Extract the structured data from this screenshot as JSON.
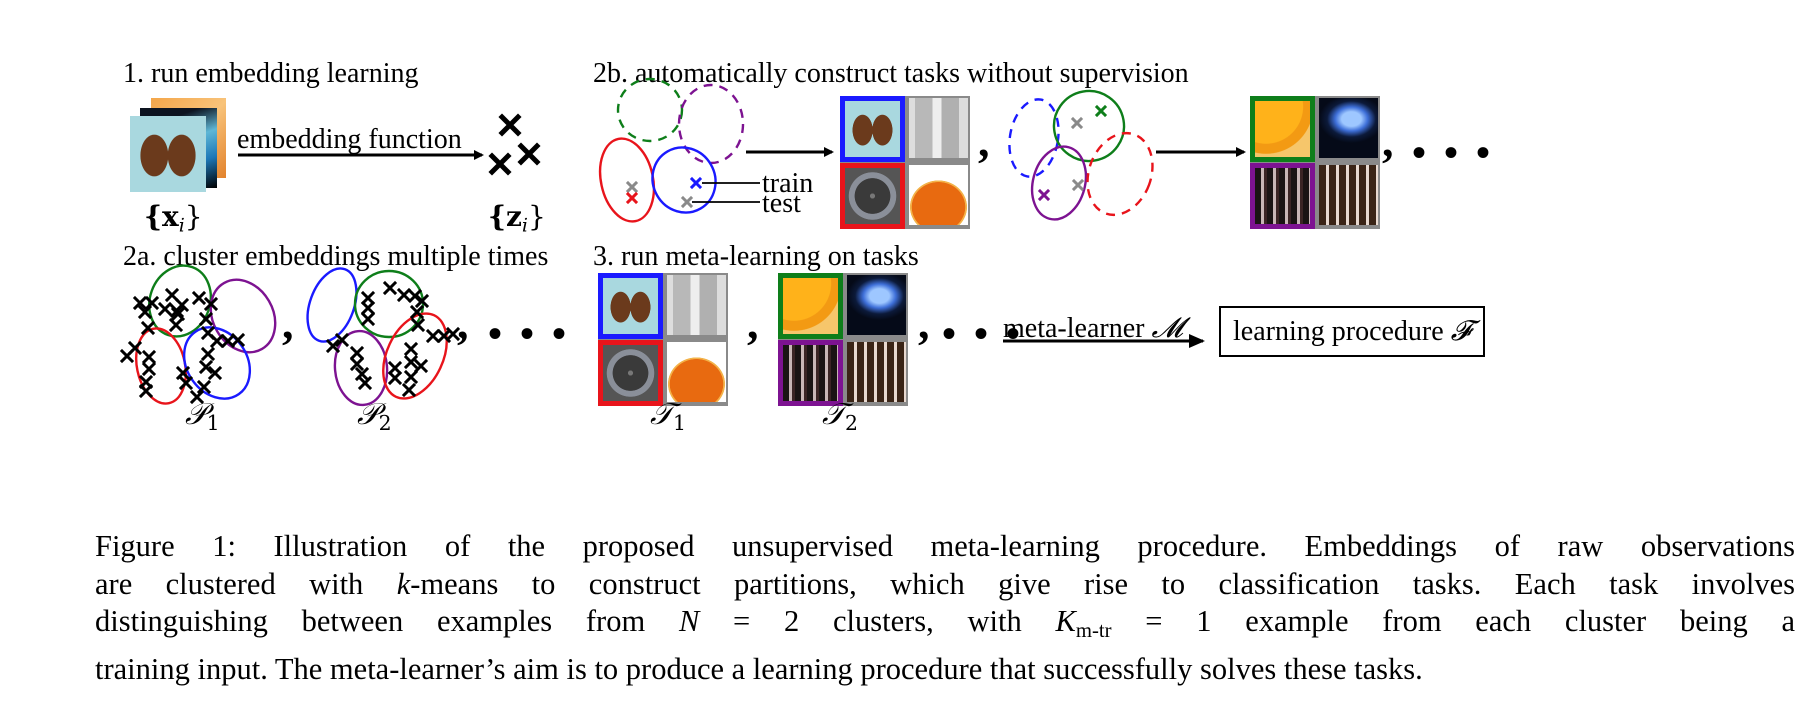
{
  "figure": {
    "step1": {
      "title": "1. run embedding learning",
      "arrow_label": "embedding function",
      "input_set": "{x",
      "input_sub": "i",
      "output_set": "{z",
      "output_sub": "i",
      "brace_close": "}"
    },
    "step2a": {
      "title": "2a. cluster embeddings multiple times",
      "partitions": [
        {
          "symbol": "𝒫",
          "sub": "1"
        },
        {
          "symbol": "𝒫",
          "sub": "2"
        }
      ],
      "separator": ",",
      "ellipsis": "• • •"
    },
    "step2b": {
      "title": "2b. automatically construct tasks without supervision",
      "train_label": "train",
      "test_label": "test",
      "separator": ",",
      "ellipsis": "• • •"
    },
    "step3": {
      "title": "3. run meta-learning on tasks",
      "tasks": [
        {
          "symbol": "𝒯",
          "sub": "1"
        },
        {
          "symbol": "𝒯",
          "sub": "2"
        }
      ],
      "separator": ",",
      "ellipsis": "• • •",
      "arrow_label": "meta-learner",
      "arrow_symbol": "𝓜",
      "output_box": "learning procedure",
      "output_symbol": "𝓕"
    },
    "colors": {
      "red": "#e8141b",
      "blue": "#1a1aff",
      "green": "#0e7e1a",
      "purple": "#7d1391",
      "gray": "#8a8a8a",
      "black": "#000000"
    }
  },
  "caption": {
    "lines": [
      "Figure 1: Illustration of the proposed unsupervised meta-learning procedure. Embeddings of raw observations",
      "are clustered with k-means to construct partitions, which give rise to classification tasks.  Each task involves",
      "distinguishing between examples from N = 2 clusters, with K",
      "training input. The meta-learner’s aim is to produce a learning procedure that successfully solves these tasks."
    ],
    "line2_pre": "are clustered with ",
    "line2_k": "k",
    "line2_post": "-means to construct partitions, which give rise to classification tasks.  Each task involves",
    "line3_pre": "distinguishing between examples from ",
    "line3_N": "N",
    "line3_mid": " = 2 clusters, with ",
    "line3_K": "K",
    "line3_Ksub": "m-tr",
    "line3_post": " = 1 example from each cluster being a"
  }
}
